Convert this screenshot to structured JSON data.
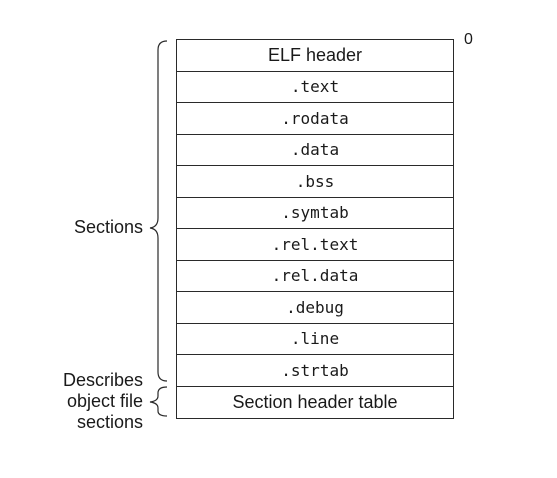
{
  "offset_label": "0",
  "rows": [
    {
      "label": "ELF header",
      "font": "sans"
    },
    {
      "label": ".text",
      "font": "mono"
    },
    {
      "label": ".rodata",
      "font": "mono"
    },
    {
      "label": ".data",
      "font": "mono"
    },
    {
      "label": ".bss",
      "font": "mono"
    },
    {
      "label": ".symtab",
      "font": "mono"
    },
    {
      "label": ".rel.text",
      "font": "mono"
    },
    {
      "label": ".rel.data",
      "font": "mono"
    },
    {
      "label": ".debug",
      "font": "mono"
    },
    {
      "label": ".line",
      "font": "mono"
    },
    {
      "label": ".strtab",
      "font": "mono"
    },
    {
      "label": "Section header table",
      "font": "sans"
    }
  ],
  "braces": {
    "sections_label": "Sections",
    "describes_label": [
      "Describes",
      "object file",
      "sections"
    ]
  },
  "colors": {
    "line": "#2a2a2a",
    "text": "#1a1a1a",
    "background": "#ffffff"
  }
}
